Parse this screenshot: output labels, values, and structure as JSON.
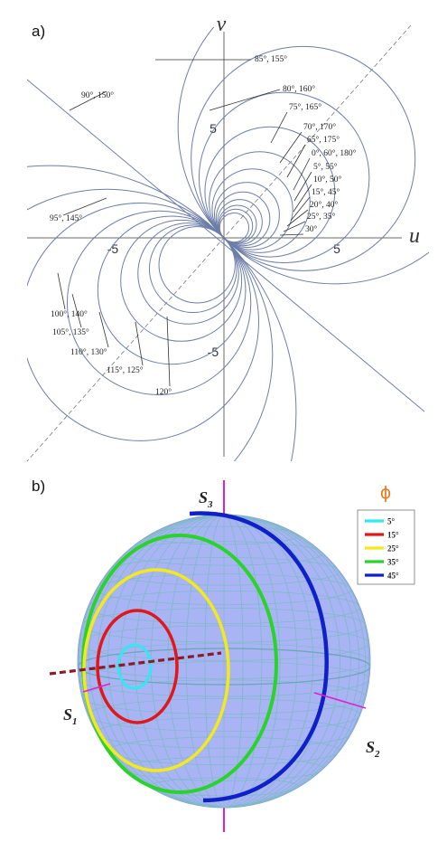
{
  "panels": {
    "a": {
      "label": "a)"
    },
    "b": {
      "label": "b)"
    }
  },
  "plot_a": {
    "axis_u": "u",
    "axis_v": "v",
    "ticks": {
      "u_neg": "-5",
      "u_pos": "5",
      "v_pos": "5",
      "v_neg": "-5"
    },
    "annotations": [
      "85°, 155°",
      "80°, 160°",
      "90°, 150°",
      "75°, 165°",
      "70°, 170°",
      "65°, 175°",
      "0°, 60°, 180°",
      "5°, 55°",
      "10°, 50°",
      "15°, 45°",
      "20°, 40°",
      "25°, 35°",
      "30°",
      "95°, 145°",
      "100°, 140°",
      "105°, 135°",
      "110°, 130°",
      "115°, 125°",
      "120°"
    ]
  },
  "sphere_b": {
    "axis_s1": "S",
    "axis_s1_sub": "1",
    "axis_s2": "S",
    "axis_s2_sub": "2",
    "axis_s3": "S",
    "axis_s3_sub": "3",
    "legend_title": "ϕ",
    "legend": [
      {
        "value": "5°",
        "color": "#33e8f0"
      },
      {
        "value": "15°",
        "color": "#e01818"
      },
      {
        "value": "25°",
        "color": "#f2ea1c"
      },
      {
        "value": "35°",
        "color": "#2ad32a"
      },
      {
        "value": "45°",
        "color": "#1020c8"
      }
    ],
    "colors": {
      "sphere_fill": "#a9b4f4",
      "grid": "#7fb9c9",
      "axis": "#e020d0",
      "dashed_axis": "#8b1a2a",
      "phi_title": "#e8781a"
    }
  }
}
